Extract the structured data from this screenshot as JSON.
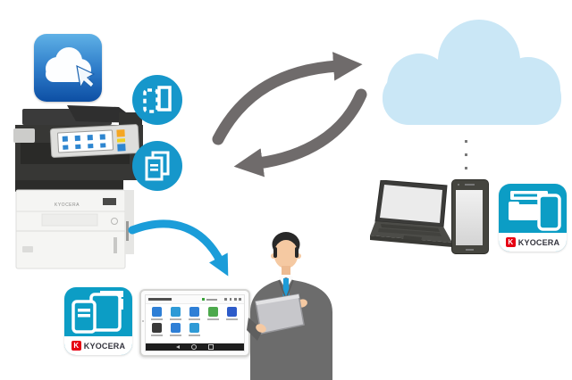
{
  "brand": {
    "name": "KYOCERA",
    "logo_letter": "K",
    "logo_color": "#E60012",
    "wordmark_color": "#33333D"
  },
  "colors": {
    "badge_teal": "#1697CB",
    "app_icon_teal": "#0C9DC5",
    "cloud_fill": "#CAE7F6",
    "sync_arrow_gray": "#6F6B6B",
    "flow_arrow_blue": "#1B9DD9",
    "cloud_app_gradient_top": "#5FB1E6",
    "cloud_app_gradient_bottom": "#0D4FA4",
    "suit_gray": "#6C6C6C",
    "tie_blue": "#1E9CD8",
    "skin_tone": "#F5C9A2",
    "device_dark": "#45453F"
  },
  "icons": {
    "cloud_connect_app": "cloud-with-cursor",
    "scan_badge": "scan-document",
    "copy_badge": "stacked-documents",
    "sync_up": "curved-arrow-to-cloud",
    "sync_down": "curved-arrow-from-cloud",
    "flow_arrow": "curved-arrow-printer-to-user",
    "cloud": "cloud-shape",
    "link": "vertical-dotted-line"
  },
  "devices": {
    "printer": "kyocera-color-mfp-with-touch-panel",
    "laptop": "notebook-pc",
    "smartphone": "smartphone",
    "tablet": "tablet-running-mobile-app",
    "person": "businessman-holding-tablet"
  },
  "tablet_screen": {
    "app_grid": [
      {
        "name": "print-pages",
        "color": "#2E7FD6"
      },
      {
        "name": "scan",
        "color": "#2E9AD6"
      },
      {
        "name": "folder",
        "color": "#2E7FD6"
      },
      {
        "name": "evernote",
        "color": "#4CA94C"
      },
      {
        "name": "dropbox",
        "color": "#2D5BC9"
      },
      {
        "name": "qr-code",
        "color": "#3A3A3A"
      },
      {
        "name": "print-job",
        "color": "#2E7FD6"
      },
      {
        "name": "onedrive",
        "color": "#2E9AD6"
      }
    ]
  }
}
